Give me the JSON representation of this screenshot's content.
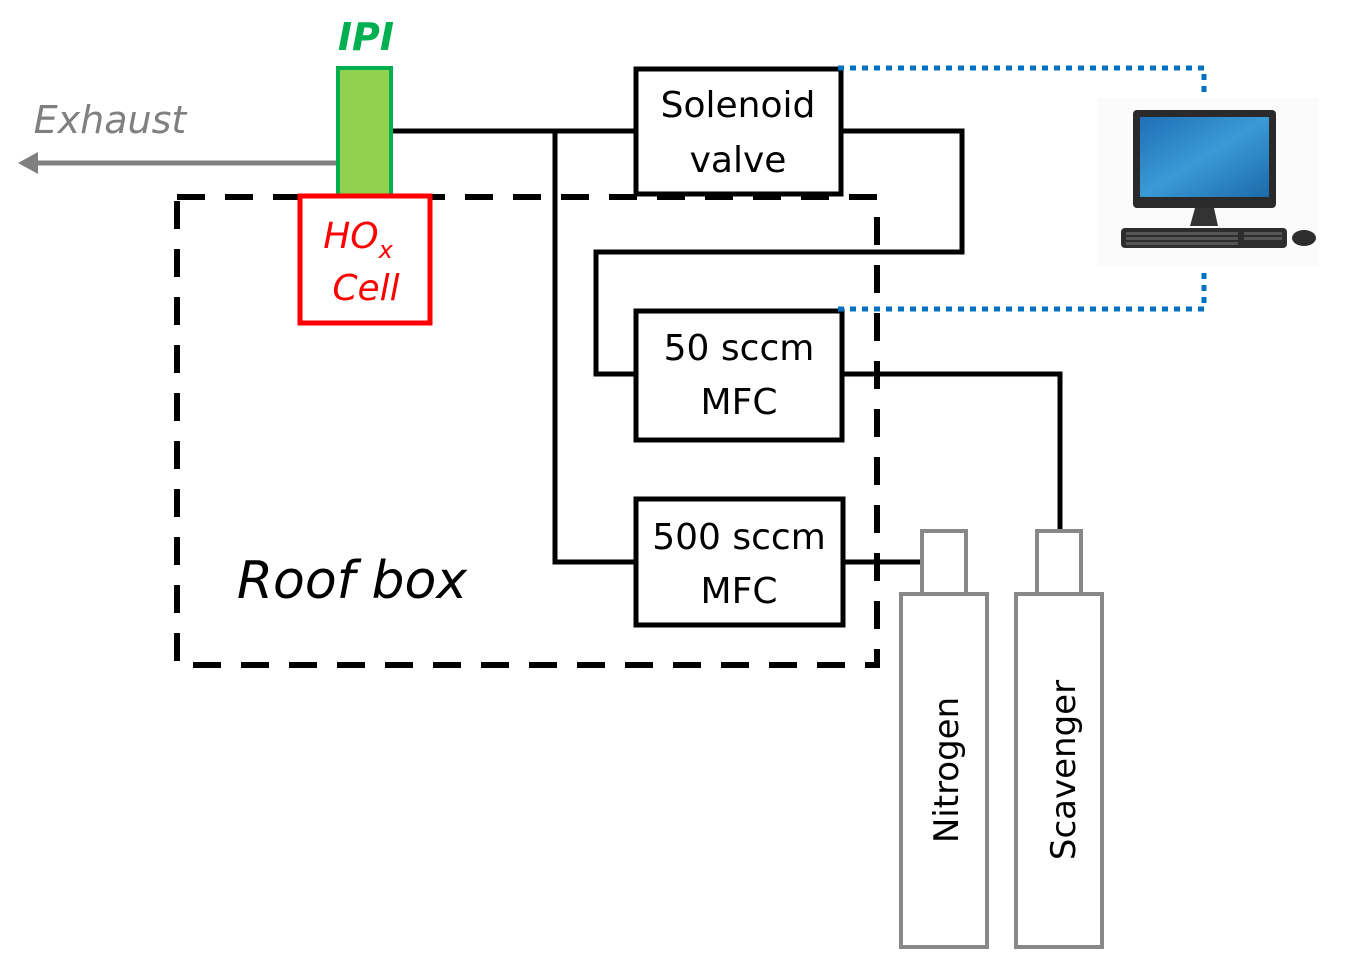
{
  "diagram": {
    "ipi": {
      "label": "IPI",
      "color": "#00b050",
      "fill": "#92d050"
    },
    "exhaust": {
      "label": "Exhaust",
      "color": "#808080"
    },
    "hox_cell": {
      "label_main": "HO",
      "label_sub": "x",
      "label_line2": "Cell",
      "color": "#ff0000"
    },
    "solenoid_valve": {
      "line1": "Solenoid",
      "line2": "valve"
    },
    "mfc_50": {
      "line1": "50 sccm",
      "line2": "MFC"
    },
    "mfc_500": {
      "line1": "500 sccm",
      "line2": "MFC"
    },
    "roof_box": {
      "label": "Roof box"
    },
    "cylinders": [
      {
        "label": "Nitrogen"
      },
      {
        "label": "Scavenger"
      }
    ],
    "computer": {
      "icon": "desktop-computer-icon",
      "screen_color": "#2e86c8"
    },
    "data_link_color": "#0070c0"
  }
}
